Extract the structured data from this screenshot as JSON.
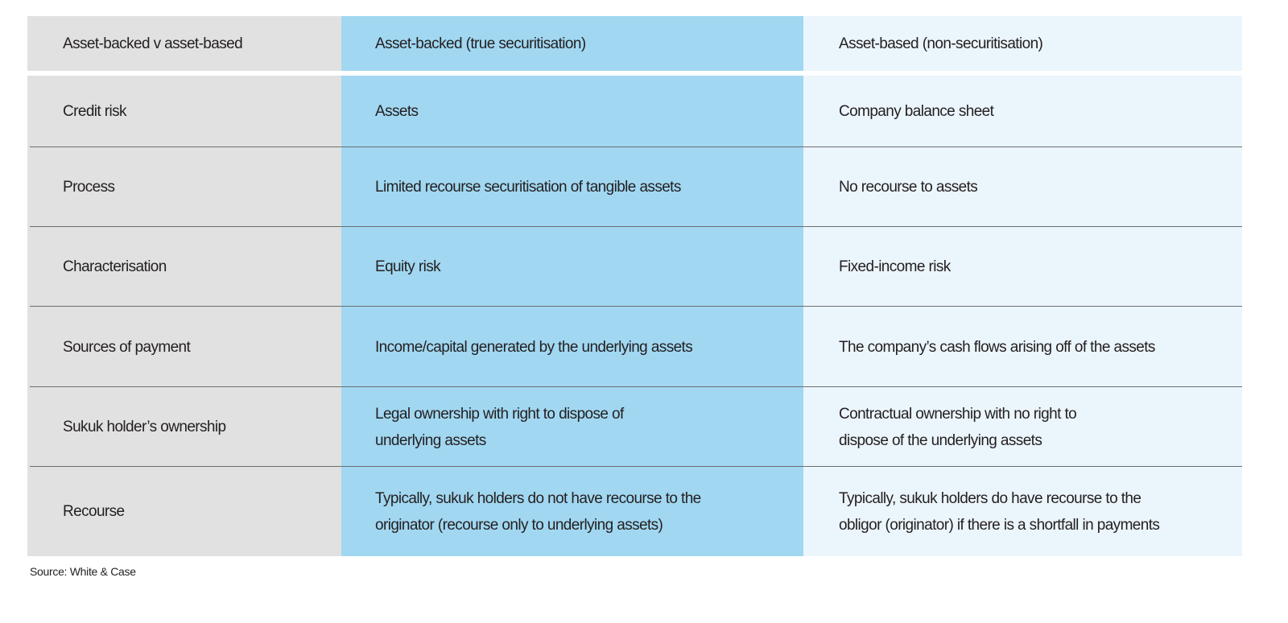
{
  "table": {
    "header": [
      "Asset-backed v asset-based",
      "Asset-backed (true securitisation)",
      "Asset-based (non-securitisation)"
    ],
    "rows": [
      [
        "Credit risk",
        "Assets",
        "Company balance sheet"
      ],
      [
        "Process",
        "Limited recourse securitisation of tangible assets",
        "No recourse to assets"
      ],
      [
        "Characterisation",
        "Equity risk",
        "Fixed-income risk"
      ],
      [
        "Sources of payment",
        "Income/capital generated by the underlying assets",
        "The company’s cash flows arising off of the assets"
      ],
      [
        "Sukuk holder’s ownership",
        "Legal ownership with right to dispose of\nunderlying assets",
        "Contractual ownership with no right to\ndispose of the underlying assets"
      ],
      [
        "Recourse",
        "Typically, sukuk holders do not have recourse to the\noriginator (recourse only to underlying assets)",
        "Typically, sukuk holders do have recourse to the\nobligor (originator) if there is a shortfall in payments"
      ]
    ]
  },
  "source": "Source: White & Case",
  "colors": {
    "col1": "#e1e1e1",
    "col2": "#a1d7f1",
    "col3": "#ebf5fc",
    "rule": "#6d6e70"
  }
}
